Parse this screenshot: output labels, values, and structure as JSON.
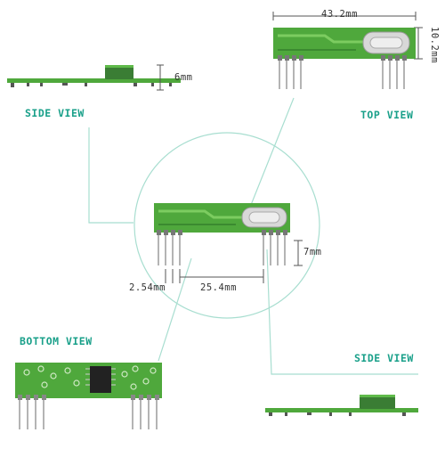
{
  "labels": {
    "side_view_top": "SIDE VIEW",
    "top_view": "TOP VIEW",
    "bottom_view": "BOTTOM VIEW",
    "side_view_bottom": "SIDE VIEW"
  },
  "dimensions": {
    "length": "43.2mm",
    "height": "10.2mm",
    "thickness": "6mm",
    "pin_length": "7mm",
    "pin_pitch": "2.54mm",
    "pin_span": "25.4mm"
  },
  "colors": {
    "view_label": "#1aa08a",
    "pcb_green": "#4fa83c",
    "pcb_dark": "#2e7a26",
    "callout_line": "#a8ded0",
    "dim_line": "#555555",
    "pin": "#9a9a9a",
    "crystal": "#d8d8d8",
    "chip": "#222222"
  }
}
